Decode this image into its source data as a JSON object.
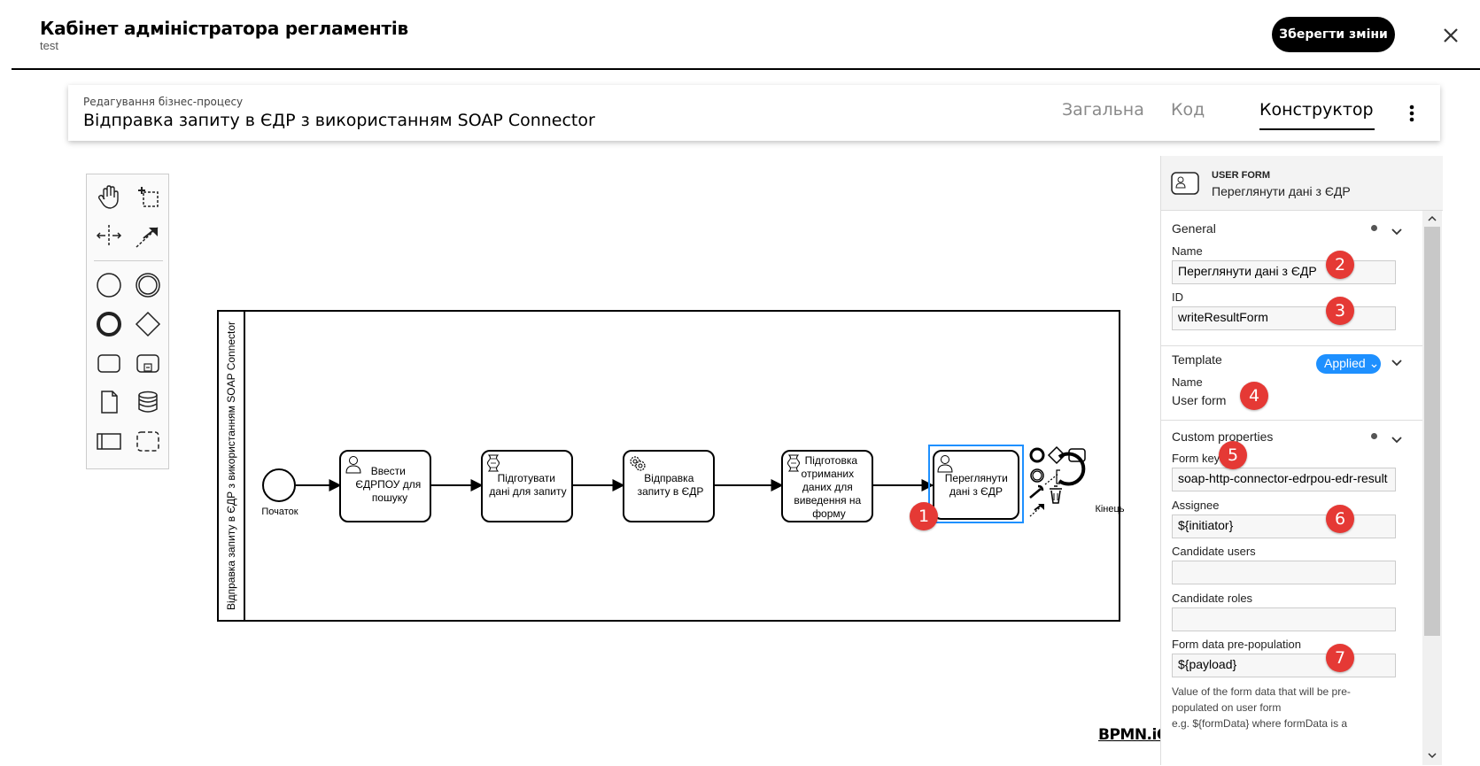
{
  "header": {
    "title": "Кабінет адміністратора регламентів",
    "subtitle": "test",
    "save_label": "Зберегти зміни"
  },
  "process": {
    "label": "Редагування бізнес-процесу",
    "title": "Відправка запиту в ЄДР з використанням SOAP Connector",
    "tabs": [
      {
        "label": "Загальна",
        "active": false
      },
      {
        "label": "Код",
        "active": false
      },
      {
        "label": "Конструктор",
        "active": true
      }
    ]
  },
  "palette": {
    "tools": [
      "hand-tool-icon",
      "lasso-tool-icon",
      "space-tool-icon",
      "connect-tool-icon",
      "start-event-icon",
      "intermediate-event-icon",
      "end-event-icon",
      "gateway-icon",
      "task-icon",
      "subprocess-icon",
      "data-object-icon",
      "data-store-icon",
      "pool-icon",
      "group-icon"
    ]
  },
  "diagram": {
    "pool_label": "Відправка запиту в ЄДР з використанням SOAP Connector",
    "start_label": "Початок",
    "end_label": "Кінець",
    "tasks": [
      {
        "type": "user",
        "lines": [
          "Ввести",
          "ЄДРПОУ для",
          "пошуку"
        ]
      },
      {
        "type": "script",
        "lines": [
          "Підготувати",
          "дані для запиту"
        ]
      },
      {
        "type": "service",
        "lines": [
          "Відправка",
          "запиту в ЄДР"
        ]
      },
      {
        "type": "script",
        "lines": [
          "Підготовка",
          "отриманих",
          "даних для",
          "виведення на",
          "форму"
        ]
      },
      {
        "type": "user",
        "lines": [
          "Переглянути",
          "дані з ЄДР"
        ]
      }
    ],
    "logo": "BPMN.iO"
  },
  "properties": {
    "element_type": "USER FORM",
    "element_name": "Переглянути дані з ЄДР",
    "general": {
      "title": "General",
      "name_label": "Name",
      "name_value": "Переглянути дані з ЄДР",
      "id_label": "ID",
      "id_value": "writeResultForm"
    },
    "template": {
      "title": "Template",
      "applied_label": "Applied",
      "name_label": "Name",
      "name_value": "User form"
    },
    "custom": {
      "title": "Custom properties",
      "form_key_label": "Form key",
      "form_key_value": "soap-http-connector-edrpou-edr-result",
      "assignee_label": "Assignee",
      "assignee_value": "${initiator}",
      "candidate_users_label": "Candidate users",
      "candidate_users_value": "",
      "candidate_roles_label": "Candidate roles",
      "candidate_roles_value": "",
      "prepop_label": "Form data pre-population",
      "prepop_value": "${payload}",
      "prepop_hint_1": "Value of the form data that will be pre-",
      "prepop_hint_2": "populated on user form",
      "prepop_hint_3": "e.g. ${formData} where formData is a"
    }
  },
  "badges": [
    "1",
    "2",
    "3",
    "4",
    "5",
    "6",
    "7"
  ],
  "colors": {
    "accent": "#1e90ff",
    "badge": "#e53935",
    "selection": "#1e90ff"
  }
}
